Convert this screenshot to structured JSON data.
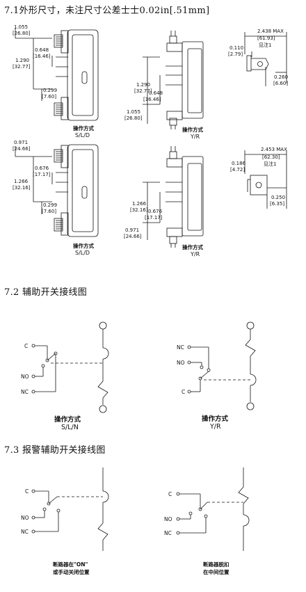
{
  "headings": {
    "s71": "7.1外形尺寸，未注尺寸公差士士0.02in[.51mm]",
    "s72": "7.2 辅助开关接线图",
    "s73": "7.3 报警辅助开关接线图"
  },
  "dims": {
    "a_1055": "1.055",
    "a_2680": "[26.80]",
    "a_1290": "1.290",
    "a_3277": "[32.77]",
    "a_0648": "0.648",
    "a_1646": "[16.46]",
    "a_0299": "0.299",
    "a_760": "[7.60]",
    "b_1290": "1.290",
    "b_3277": "[32.77]",
    "b_0648": "0.648",
    "b_1646": "[16.46]",
    "b_1055": "1.055",
    "b_2680": "[26.80]",
    "c_2438": "2.438 MAX",
    "c_6193": "[61.93]",
    "c_note": "见注1",
    "c_0110": "0.110",
    "c_279": "[2.79]",
    "c_0260": "0.260",
    "c_660": "[6.60]",
    "d_0971": "0.971",
    "d_2466": "[24.66]",
    "d_1266": "1.266",
    "d_3216": "[32.16]",
    "d_0676": "0.676",
    "d_1717": "[17.17]",
    "d_0299": "0.299",
    "d_760": "[7.60]",
    "e_1266": "1.266",
    "e_3216": "[32.16]",
    "e_0676": "0.676",
    "e_1717": "[17.17]",
    "e_0971": "0.971",
    "e_2466": "[24.66]",
    "f_2453": "2.453 MAX",
    "f_6230": "[62.30]",
    "f_note": "见注1",
    "f_0186": "0.186",
    "f_472": "[4.72]",
    "f_0250": "0.250",
    "f_635": "[6.35]"
  },
  "captions": {
    "op": "操作方式",
    "sld": "S/L/D",
    "yr": "Y/R",
    "sln": "S/L/N",
    "on_pos": "断路器在\"ON\"",
    "manual_off": "或手动关闭位置",
    "tripped": "断路器脱扣",
    "mid_pos": "在中间位置"
  },
  "terminals": {
    "c": "C",
    "no": "NO",
    "nc": "NC"
  }
}
